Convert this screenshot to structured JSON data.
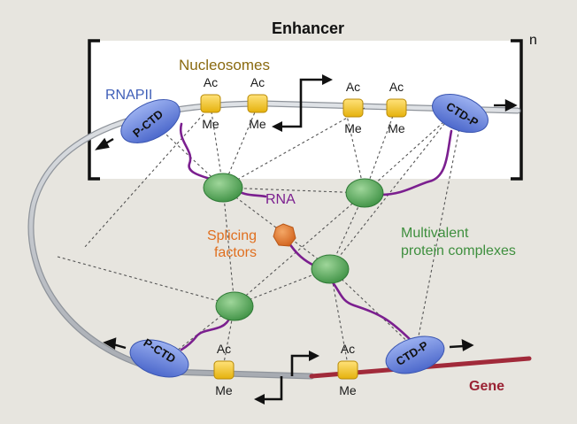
{
  "title": "Enhancer",
  "repeat_label": "n",
  "labels": {
    "nucleosomes": "Nucleosomes",
    "rnapii": "RNAPII",
    "rna": "RNA",
    "splicing_line1": "Splicing",
    "splicing_line2": "factors",
    "multivalent_line1": "Multivalent",
    "multivalent_line2": "protein complexes",
    "gene": "Gene"
  },
  "marks": {
    "ac": "Ac",
    "me": "Me"
  },
  "ctd": {
    "p_ctd": "P-CTD",
    "ctd_p": "CTD-P"
  },
  "colors": {
    "background": "#e7e5df",
    "enhancer_box": "#ffffff",
    "dna": "#c4c7cc",
    "gene": "#a12a3a",
    "rnapii": "#5b78d6",
    "rna": "#7b1f8f",
    "protein": "#5aa95a",
    "splicing": "#e07a2a",
    "nucleosome": "#f0c21a",
    "nucleosome_label": "#8a6a10",
    "rnapii_label": "#3f5fb8",
    "multivalent_label": "#3e8f3e",
    "splicing_label": "#e06f1f",
    "gene_label": "#9a2233"
  }
}
